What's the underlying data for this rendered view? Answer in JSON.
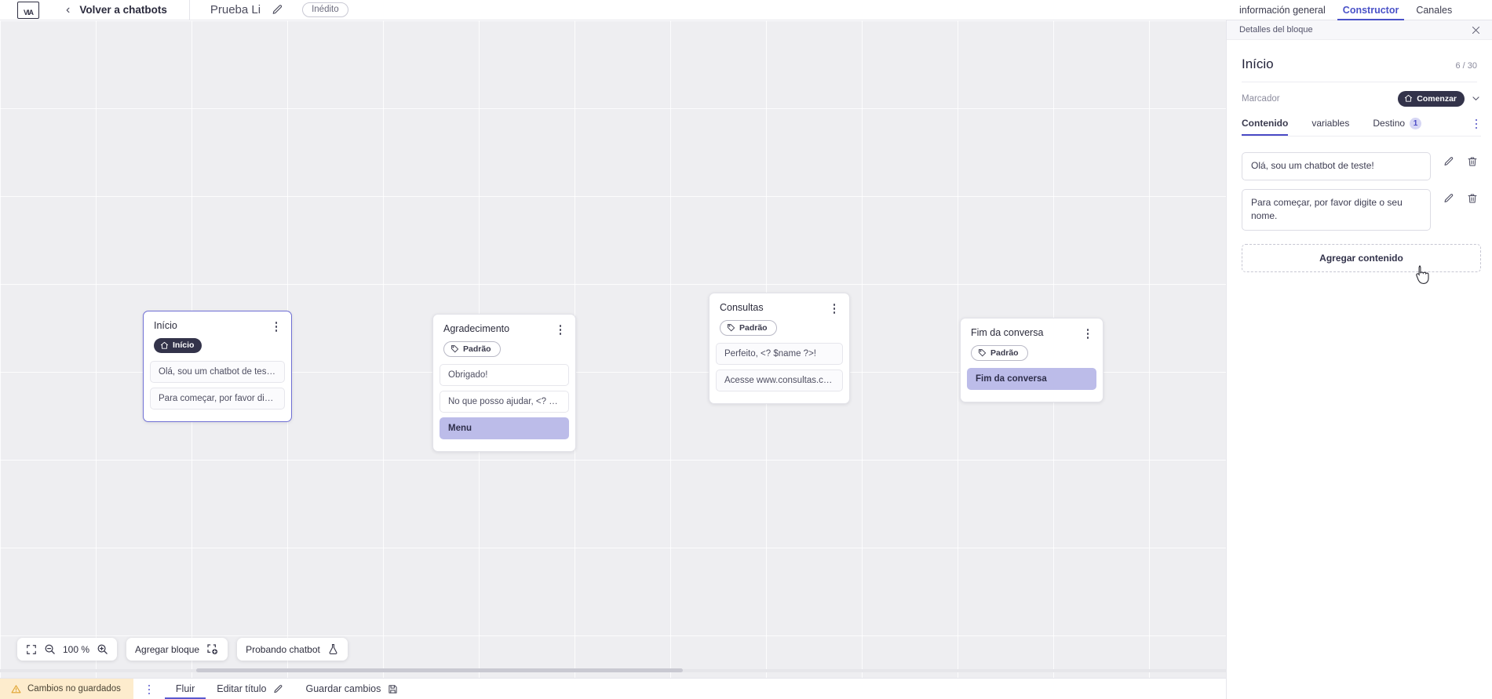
{
  "topbar": {
    "logo_glyph": "VIA",
    "back_label": "Volver a chatbots",
    "bot_name": "Prueba Li",
    "status_badge": "Inédito"
  },
  "right_tabs": [
    {
      "label": "información general",
      "active": false
    },
    {
      "label": "Constructor",
      "active": true
    },
    {
      "label": "Canales",
      "active": false
    }
  ],
  "canvas": {
    "nodes": [
      {
        "title": "Início",
        "tag": "Início",
        "tag_type": "start",
        "selected": true,
        "messages": [
          {
            "text": "Olá, sou um chatbot de teste!",
            "highlight": false
          },
          {
            "text": "Para começar, por favor digite o ...",
            "highlight": false
          }
        ]
      },
      {
        "title": "Agradecimento",
        "tag": "Padrão",
        "tag_type": "default",
        "selected": false,
        "messages": [
          {
            "text": "Obrigado!",
            "highlight": false
          },
          {
            "text": "No que posso ajudar, <? $name ...",
            "highlight": false
          },
          {
            "text": "Menu",
            "highlight": true
          }
        ]
      },
      {
        "title": "Consultas",
        "tag": "Padrão",
        "tag_type": "default",
        "selected": false,
        "messages": [
          {
            "text": "Perfeito, <? $name ?>!",
            "highlight": false
          },
          {
            "text": "Acesse www.consultas.com par...",
            "highlight": false
          }
        ]
      },
      {
        "title": "Fim da conversa",
        "tag": "Padrão",
        "tag_type": "default",
        "selected": false,
        "messages": [
          {
            "text": "Fim da conversa",
            "highlight": true
          }
        ]
      }
    ],
    "toolbar": {
      "zoom_value": "100 %",
      "fit_icon": "fit-screen-icon",
      "zoom_out_icon": "zoom-out-icon",
      "zoom_in_icon": "zoom-in-icon",
      "add_block_label": "Agregar bloque",
      "add_block_icon": "add-block-icon",
      "test_chatbot_label": "Probando chatbot",
      "test_chatbot_icon": "flask-icon"
    }
  },
  "statusbar": {
    "unsaved_label": "Cambios no guardados",
    "warning_icon": "warning-triangle-icon",
    "flow_label": "Fluir",
    "edit_title_label": "Editar título",
    "edit_title_icon": "pencil-icon",
    "save_label": "Guardar cambios",
    "save_icon": "save-disk-icon"
  },
  "panel": {
    "header_title": "Detalles del bloque",
    "close_icon": "close-icon",
    "block_title": "Início",
    "char_count": "6 / 30",
    "marker_label": "Marcador",
    "marker_value": "Comenzar",
    "marker_icon": "home-icon",
    "tabs": [
      {
        "label": "Contenido",
        "active": true,
        "badge": ""
      },
      {
        "label": "variables",
        "active": false,
        "badge": ""
      },
      {
        "label": "Destino",
        "active": false,
        "badge": "1"
      }
    ],
    "content_items": [
      {
        "text": "Olá, sou um chatbot de teste!",
        "edit_icon": "pencil-icon",
        "delete_icon": "trash-icon"
      },
      {
        "text": "Para começar, por favor digite o seu nome.",
        "edit_icon": "pencil-icon",
        "delete_icon": "trash-icon"
      }
    ],
    "add_content_label": "Agregar contenido"
  },
  "colors": {
    "accent": "#4a4ac5",
    "dark_badge": "#33334a",
    "highlight": "#bcbce9",
    "warning_bg": "#fdeccd",
    "canvas_bg": "#eeeef1"
  }
}
